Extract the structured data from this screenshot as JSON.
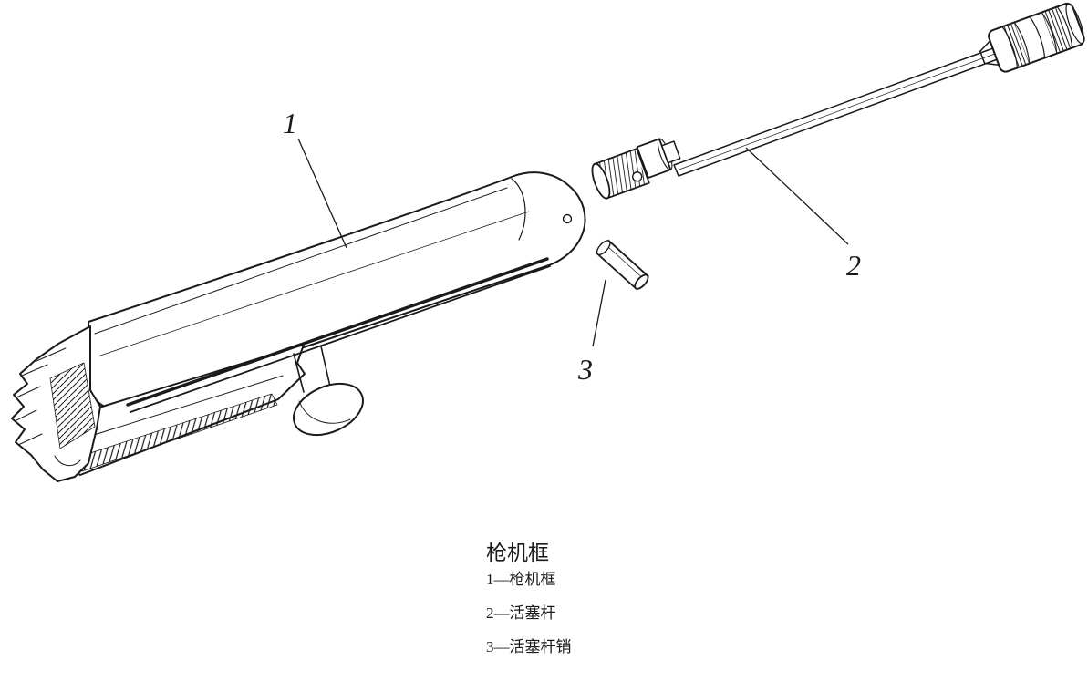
{
  "figure": {
    "title": "枪机框",
    "legend": [
      {
        "text": "1—枪机框"
      },
      {
        "text": "2—活塞杆"
      },
      {
        "text": "3—活塞杆销"
      }
    ],
    "callouts": [
      {
        "num": "1"
      },
      {
        "num": "2"
      },
      {
        "num": "3"
      }
    ],
    "colors": {
      "ink": "#1a1a1a",
      "background": "#ffffff"
    }
  }
}
